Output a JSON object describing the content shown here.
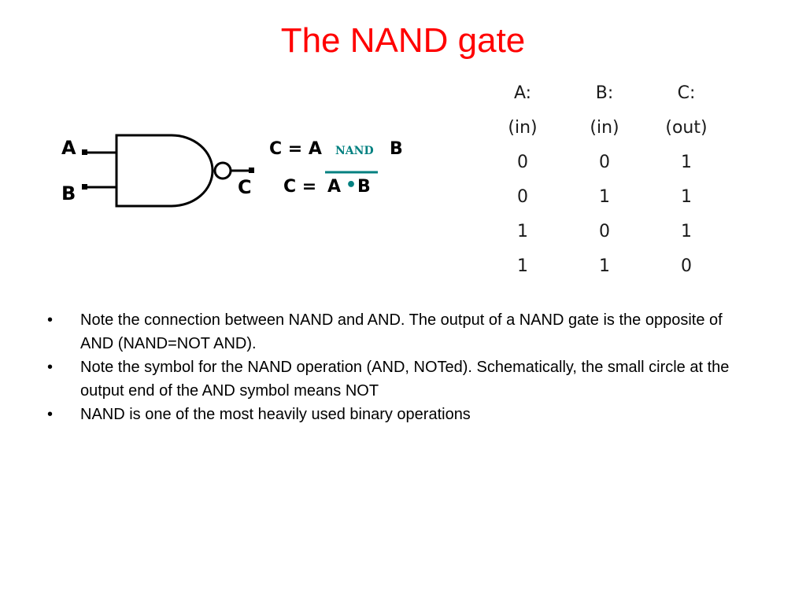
{
  "title": "The NAND gate",
  "diagram": {
    "input_a": "A",
    "input_b": "B",
    "output": "C",
    "eq1_lhs": "C = A",
    "eq1_op": "NAND",
    "eq1_rhs": "B",
    "eq2_lhs": "C = ",
    "eq2_a": "A",
    "eq2_dot": "•",
    "eq2_b": "B",
    "colors": {
      "nand_word": "#008080",
      "overbar": "#008080",
      "dot": "#008080"
    }
  },
  "truth_table": {
    "headers": [
      "A:",
      "B:",
      "C:"
    ],
    "subheaders": [
      "(in)",
      "(in)",
      "(out)"
    ],
    "rows": [
      [
        "0",
        "0",
        "1"
      ],
      [
        "0",
        "1",
        "1"
      ],
      [
        "1",
        "0",
        "1"
      ],
      [
        "1",
        "1",
        "0"
      ]
    ]
  },
  "bullets": [
    {
      "mark": "•",
      "text": "Note the connection between NAND and AND. The output of a NAND gate is the opposite of AND (NAND=NOT AND)."
    },
    {
      "mark": "•",
      "text": "Note the symbol for the NAND operation (AND, NOTed). Schematically, the small circle at the output end of the AND symbol means NOT"
    },
    {
      "mark": "•",
      "text": "NAND is one of the most heavily used binary operations"
    }
  ],
  "colors": {
    "title": "#ff0000",
    "text": "#000000"
  }
}
